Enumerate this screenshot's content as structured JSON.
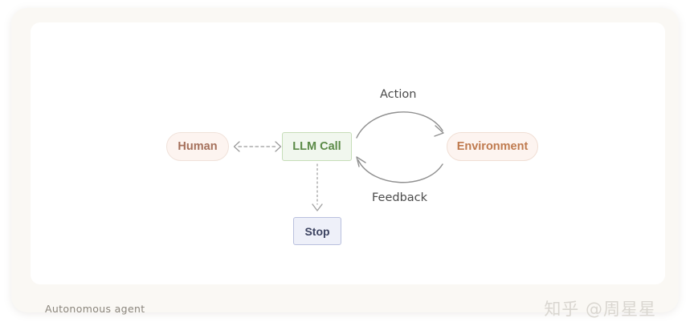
{
  "figure": {
    "caption": "Autonomous agent",
    "watermark": "知乎 @周星星"
  },
  "nodes": [
    {
      "id": "human",
      "label": "Human",
      "shape": "pill",
      "fill": "#fdf4f0",
      "border": "#f0e2da",
      "text_color": "#a5705b"
    },
    {
      "id": "llm_call",
      "label": "LLM Call",
      "shape": "rectangle",
      "fill": "#f1f7ee",
      "border": "#c6ddb8",
      "text_color": "#5b8a47"
    },
    {
      "id": "environment",
      "label": "Environment",
      "shape": "pill",
      "fill": "#fdf4f0",
      "border": "#f0ded4",
      "text_color": "#bf7a4e"
    },
    {
      "id": "stop",
      "label": "Stop",
      "shape": "rectangle",
      "fill": "#eef0f9",
      "border": "#b9c0de",
      "text_color": "#3c4361"
    }
  ],
  "connectors": [
    {
      "id": "human-llm",
      "from": "human",
      "to": "llm_call",
      "label": "",
      "style": "dashed",
      "direction": "bidirectional"
    },
    {
      "id": "llm-env-action",
      "from": "llm_call",
      "to": "environment",
      "label": "Action",
      "style": "solid-curve",
      "direction": "forward"
    },
    {
      "id": "env-llm-feedback",
      "from": "environment",
      "to": "llm_call",
      "label": "Feedback",
      "style": "solid-curve",
      "direction": "forward"
    },
    {
      "id": "llm-stop",
      "from": "llm_call",
      "to": "stop",
      "label": "",
      "style": "dotted",
      "direction": "forward"
    }
  ],
  "colors": {
    "page_background": "#ffffff",
    "card_background": "#faf8f4",
    "panel_background": "#ffffff",
    "connector": "#8f8f8f",
    "caption_text": "#8a857c",
    "watermark_text": "#d9d6d0"
  }
}
